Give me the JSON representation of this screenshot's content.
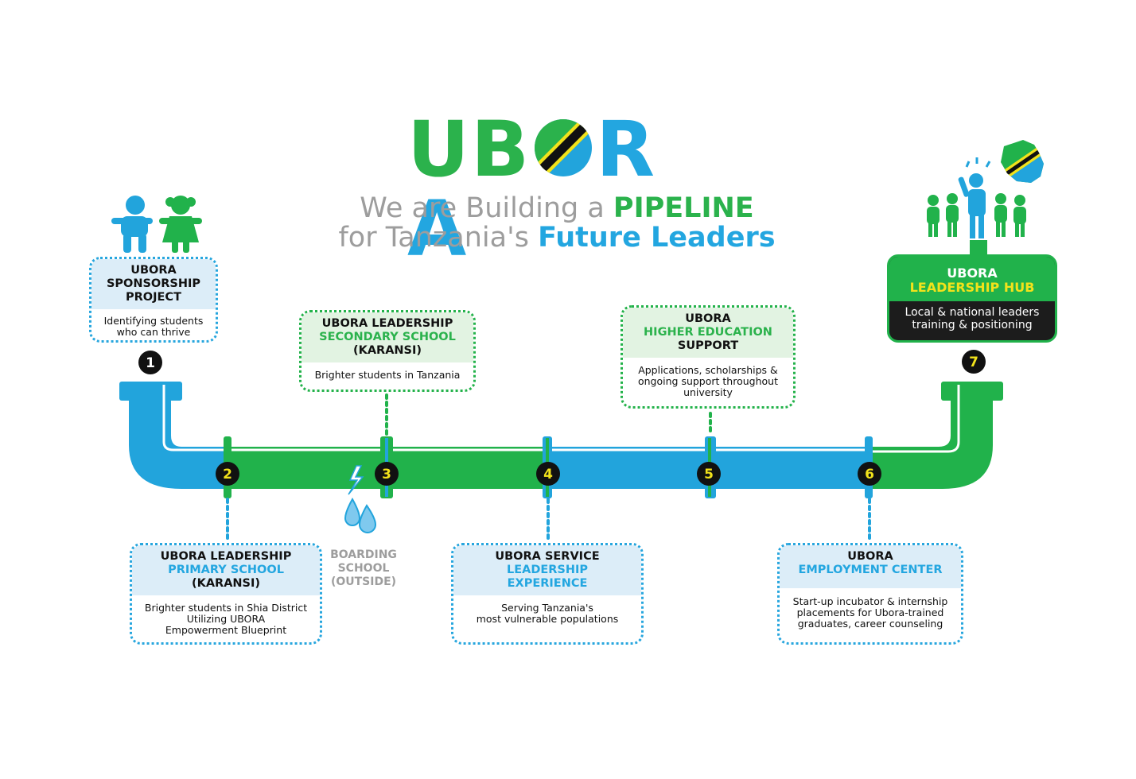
{
  "colors": {
    "green": "#2bb24c",
    "blue": "#23a6e0",
    "yellow": "#f2e21b",
    "gray": "#9d9d9d",
    "black": "#111111"
  },
  "logo": {
    "letters": [
      "U",
      "B",
      "R",
      "A"
    ]
  },
  "headline": {
    "line1_a": "We are Building a ",
    "line1_b": "PIPELINE",
    "line2_a": "for Tanzania's ",
    "line2_b": "Future Leaders"
  },
  "steps": [
    {
      "number": "1",
      "line1": "UBORA",
      "line2": "SPONSORSHIP",
      "line3": "PROJECT",
      "desc": [
        "Identifying students",
        "who can thrive"
      ]
    },
    {
      "number": "2",
      "line1": "UBORA LEADERSHIP",
      "line2": "PRIMARY SCHOOL",
      "line3": "(KARANSI)",
      "desc": [
        "Brighter students in Shia District",
        "Utilizing UBORA",
        "Empowerment Blueprint"
      ]
    },
    {
      "number": "3",
      "line1": "UBORA LEADERSHIP",
      "line2": "SECONDARY SCHOOL",
      "line3": "(KARANSI)",
      "desc": [
        "Brighter students in Tanzania"
      ]
    },
    {
      "number": "4",
      "line1": "UBORA SERVICE",
      "line2": "LEADERSHIP",
      "line3": "EXPERIENCE",
      "desc": [
        "Serving Tanzania's",
        "most vulnerable populations"
      ]
    },
    {
      "number": "5",
      "line1": "UBORA",
      "line2": "HIGHER EDUCATION",
      "line3": "SUPPORT",
      "desc": [
        "Applications, scholarships &",
        "ongoing support throughout",
        "university"
      ]
    },
    {
      "number": "6",
      "line1": "UBORA",
      "line2": "EMPLOYMENT CENTER",
      "line3": "",
      "desc": [
        "Start-up incubator & internship",
        "placements for Ubora-trained",
        "graduates, career counseling"
      ]
    },
    {
      "number": "7",
      "line1": "UBORA",
      "line2": "LEADERSHIP HUB",
      "line3": "",
      "desc": [
        "Local & national leaders",
        "training & positioning"
      ]
    }
  ],
  "boarding": {
    "line1": "BOARDING",
    "line2": "SCHOOL",
    "line3": "(OUTSIDE)"
  },
  "icons": {
    "kids": "children-icon",
    "drop": "water-drop-icon",
    "leaders": "leaders-group-icon",
    "map": "tanzania-map-icon"
  }
}
